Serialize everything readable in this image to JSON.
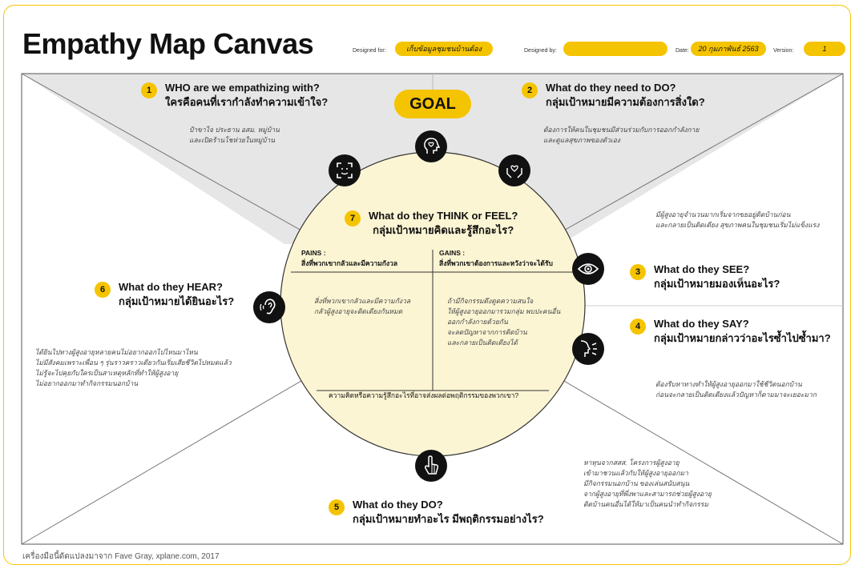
{
  "title": "Empathy Map Canvas",
  "meta": {
    "designed_for_label": "Designed for:",
    "designed_for_value": "เก็บข้อมูลชุมชนบ้านต้อง",
    "designed_by_label": "Designed by:",
    "designed_by_value": "",
    "date_label": "Date:",
    "date_value": "20 กุมภาพันธ์ 2563",
    "version_label": "Version:",
    "version_value": "1"
  },
  "goal": "GOAL",
  "sections": {
    "who": {
      "num": "1",
      "line1": "WHO are we empathizing with?",
      "line2": "ใครคือคนที่เรากำลังทำความเข้าใจ?",
      "note": "ป้าขาไจ ประธาน อสม. หมู่บ้าน\nและเปิดร้านโชห่วยในหมู่บ้าน"
    },
    "do_need": {
      "num": "2",
      "line1": "What do they need to DO?",
      "line2": "กลุ่มเป้าหมายมีความต้องการสิ่งใด?",
      "note": "ต้องการให้คนในชุมชนมีส่วนร่วมกับการออกกำลังกาย\nและดูแลสุขภาพของตัวเอง"
    },
    "see": {
      "num": "3",
      "line1": "What do they SEE?",
      "line2": "กลุ่มเป้าหมายมองเห็นอะไร?",
      "note": "มีผู้สูงอายุจำนวนมากเริ่มจากขยอยู่ติดบ้านก่อน\nและกลายเป็นติดเตียง สุขภาพคนในชุมชนเริ่มไม่แข็งแรง"
    },
    "say": {
      "num": "4",
      "line1": "What do they SAY?",
      "line2": "กลุ่มเป้าหมายกล่าวว่าอะไรซ้ำไปซ้ำมา?",
      "note": "ต้องรีบหาทางทำให้ผู้สูงอายุออกมาใช้ชีวิตนอกบ้าน\nก่อนจะกลายเป็นติดเตียงแล้วปัญหาก็ตามมาจะเยอะมาก"
    },
    "do": {
      "num": "5",
      "line1": "What do they DO?",
      "line2": "กลุ่มเป้าหมายทำอะไร มีพฤติกรรมอย่างไร?",
      "note": "หาทุนจากสสส. โครงการผู้สูงอายุ\nเข้ามาชวนแล้วกับให้ผู้สูงอายุออกมา\nมีกิจกรรมนอกบ้าน ของเล่นสนับสนุน\nจากผู้สูงอายุที่พึ่งพาและสามารถช่วยผู้สูงอายุ\nติดบ้านคนอื่นได้ให้มาเป็นคนนำทำกิจกรรม"
    },
    "hear": {
      "num": "6",
      "line1": "What do they HEAR?",
      "line2": "กลุ่มเป้าหมายได้ยินอะไร?",
      "note": "ได้ยินไปทางผู้สูงอายุหลายคนไม่อยากออกไปไหนมาไหน\nไม่มีสังคมเพราะเพื่อน ๆ รุ่นราวคราวเดียวกันเริ่มเสียชีวิตไปหมดแล้ว\nไม่รู้จะไปคุยกับใครเป็นสาเหตุหลักที่ทำให้ผู้สูงอายุ\nไม่อยากออกมาทำกิจกรรมนอกบ้าน"
    },
    "think": {
      "num": "7",
      "line1": "What do they THINK or FEEL?",
      "line2": "กลุ่มเป้าหมายคิดและรู้สึกอะไร?"
    }
  },
  "pains": {
    "label": "PAINS :\nสิ่งที่พวกเขากลัวและมีความกังวล",
    "note": "สิ่งที่พวกเขากลัวและมีความกังวล\nกลัวผู้สูงอายุจะติดเตียงกันหมด"
  },
  "gains": {
    "label": "GAINS :\nสิ่งที่พวกเขาต้องการและหวังว่าจะได้รับ",
    "note": "ถ้ามีกิจกรรมดึงดูดความสนใจ\nให้ผู้สูงอายุออกมารวมกลุ่ม พบปะคนอื่น\nออกกำลังกายด้วยกัน\nจะลดปัญหาจากการติดบ้าน\nและกลายเป็นติดเตียงได้"
  },
  "bottom_question": "ความคิดหรือความรู้สึกอะไรที่อาจส่งผลต่อพฤติกรรมของพวกเขา?",
  "footer": "เครื่องมือนี้ดัดแปลงมาจาก Fave Gray, xplane.com, 2017",
  "icons": [
    "focus-face-icon",
    "head-heart-icon",
    "hands-heart-icon",
    "eye-icon",
    "speaking-face-icon",
    "pointing-hand-icon",
    "ear-icon"
  ],
  "colors": {
    "accent": "#f5c400",
    "circle_fill": "#fcf5d4",
    "top_bg": "#e6e6e6",
    "dark": "#111111"
  }
}
